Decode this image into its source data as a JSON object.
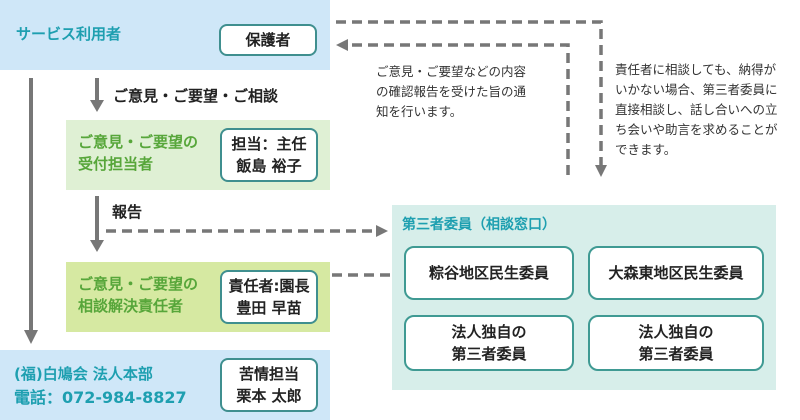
{
  "user_section": {
    "title": "サービス利用者",
    "guardian": "保護者"
  },
  "step1_label": "ご意見・ご要望・ご相談",
  "reception": {
    "title_line1": "ご意見・ご要望の",
    "title_line2": "受付担当者",
    "person_line1": "担当：主任",
    "person_line2": "飯島 裕子"
  },
  "report_label": "報告",
  "resolution": {
    "title_line1": "ご意見・ご要望の",
    "title_line2": "相談解決責任者",
    "person_line1": "責任者:園長",
    "person_line2": "豊田 早苗"
  },
  "headquarters": {
    "line1": "(福)白鳩会 法人本部",
    "line2": "電話：072-984-8827",
    "person_line1": "苦情担当",
    "person_line2": "栗本 太郎"
  },
  "third_party": {
    "title": "第三者委員（相談窓口）",
    "members": [
      {
        "line1": "粽谷地区民生委員",
        "line2": ""
      },
      {
        "line1": "大森東地区民生委員",
        "line2": ""
      },
      {
        "line1": "法人独自の",
        "line2": "第三者委員"
      },
      {
        "line1": "法人独自の",
        "line2": "第三者委員"
      }
    ]
  },
  "notes": {
    "confirmation": [
      "ご意見・ご要望などの内容",
      "の確認報告を受けた旨の通",
      "知を行います。"
    ],
    "escalation": [
      "責任者に相談しても、納得が",
      "いかない場合、第三者委員に",
      "直接相談し、話し合いへの立",
      "ち会いや助言を求めることが",
      "できます。"
    ]
  },
  "colors": {
    "blue_band": "#cfe7f8",
    "reception_bg": "#dff0d4",
    "resolution_bg": "#d6e9a2",
    "third_party_bg": "#d7eeea",
    "teal": "#1e9fb0",
    "green": "#57a63a",
    "arrow": "#777777"
  }
}
